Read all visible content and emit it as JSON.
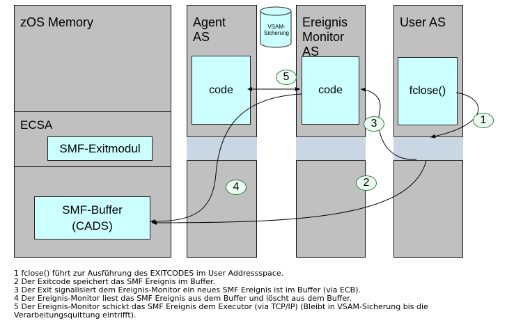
{
  "columns": {
    "zos": "zOS Memory",
    "agent": "Agent\nAS",
    "monitor": "Ereignis\nMonitor\nAS",
    "user": "User AS"
  },
  "ecsa_label": "ECSA",
  "exitmodul_label": "SMF-Exitmodul",
  "buffer_label": "SMF-Buffer\n(CADS)",
  "code_agent": "code",
  "code_monitor": "code",
  "fclose_label": "fclose()",
  "vsam_label": "VSAM-\nSicherung",
  "step_numbers": [
    "1",
    "2",
    "3",
    "4",
    "5"
  ],
  "notes": [
    "1 fclose() führt zur Ausführung des EXITCODES im User Addressspace.",
    "2 Der Exitcode speichert das SMF Ereignis im Buffer.",
    "3 Der Exit signalisiert dem Ereignis-Monitor ein neues SMF Ereignis ist im Buffer (via ECB).",
    "4 Der Ereignis-Monitor liest das SMF Ereignis aus dem Buffer und löscht aus dem Buffer.",
    "5 Der Ereignis-Monitor schickt das SMF Ereignis dem Executor (via TCP/IP) (Bleibt in VSAM-Sicherung bis die\n   Verarbeitungsquittung eintrifft)."
  ]
}
